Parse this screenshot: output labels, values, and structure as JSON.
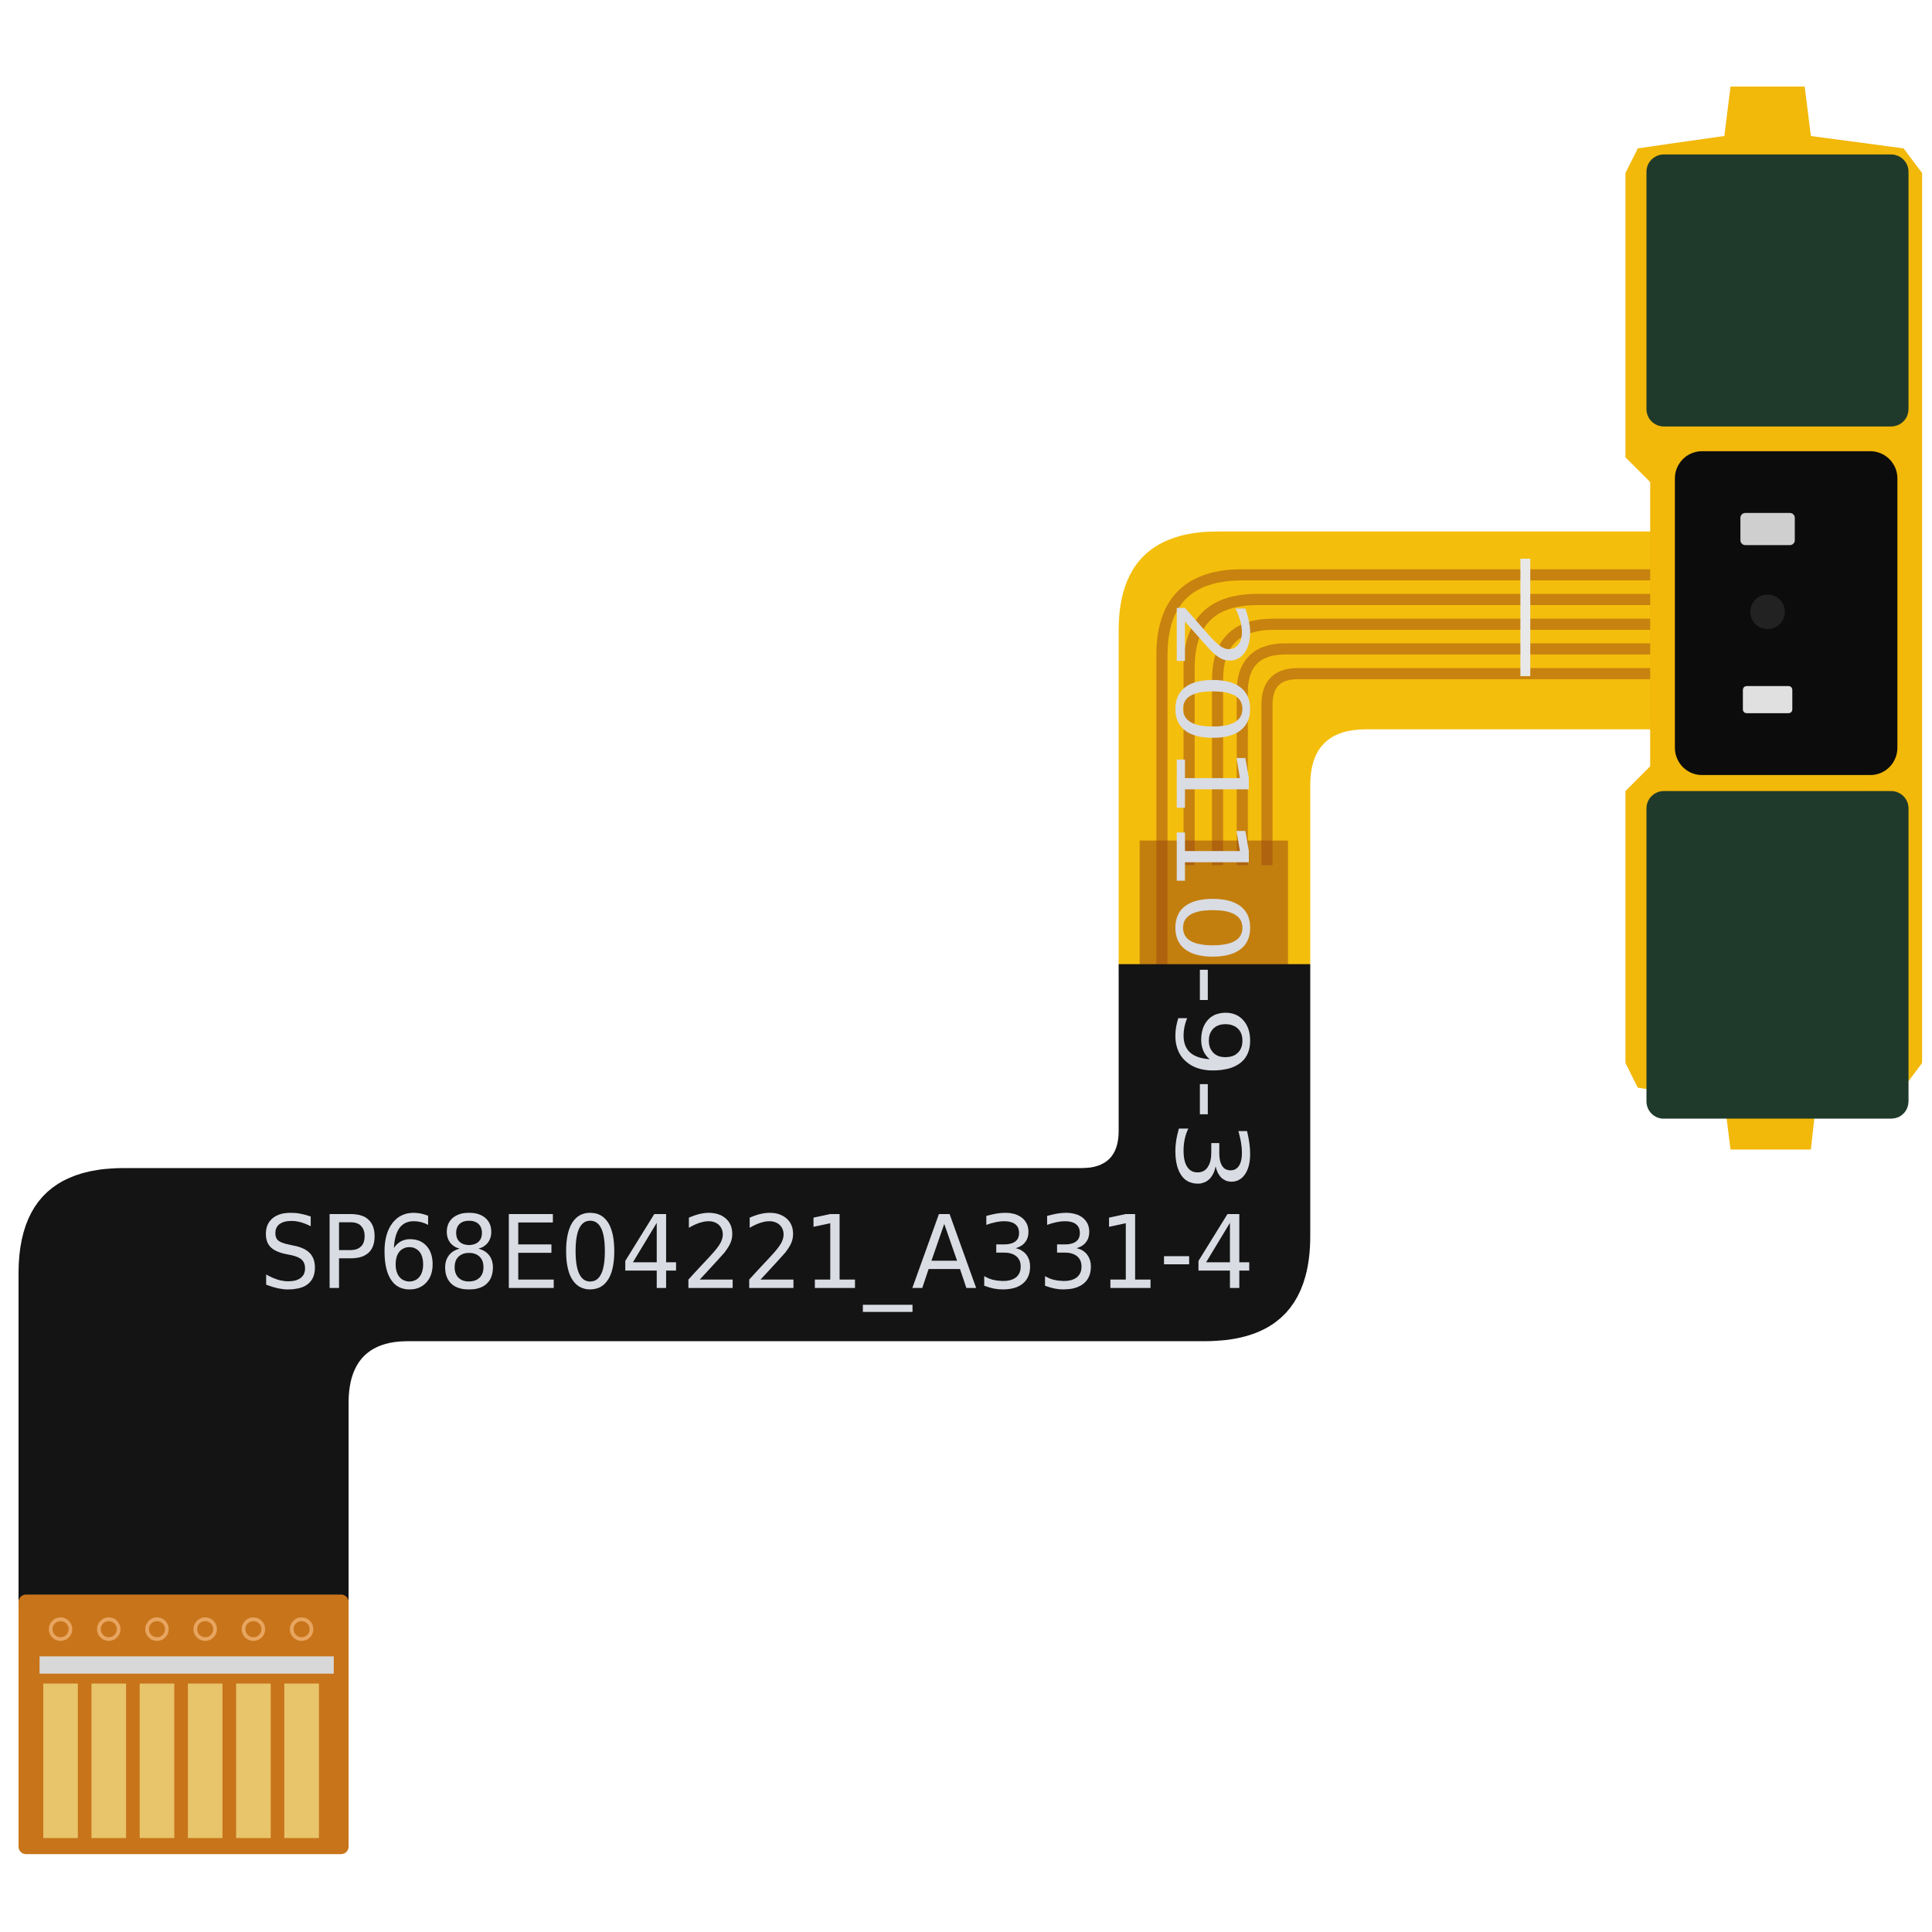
{
  "product": {
    "part_label": "SP68E04221_A331-4",
    "date_code": "20110-9-3"
  },
  "colors": {
    "background": "#ffffff",
    "cable_black": "#141414",
    "flex_yellow": "#f4be0c",
    "flex_trace": "#c7820f",
    "connector_orange": "#c8741a",
    "contact_gold": "#e8c46a",
    "pad_green": "#1f3a2a",
    "sensor_black": "#0c0c0c"
  },
  "connector": {
    "contact_count": 6
  }
}
